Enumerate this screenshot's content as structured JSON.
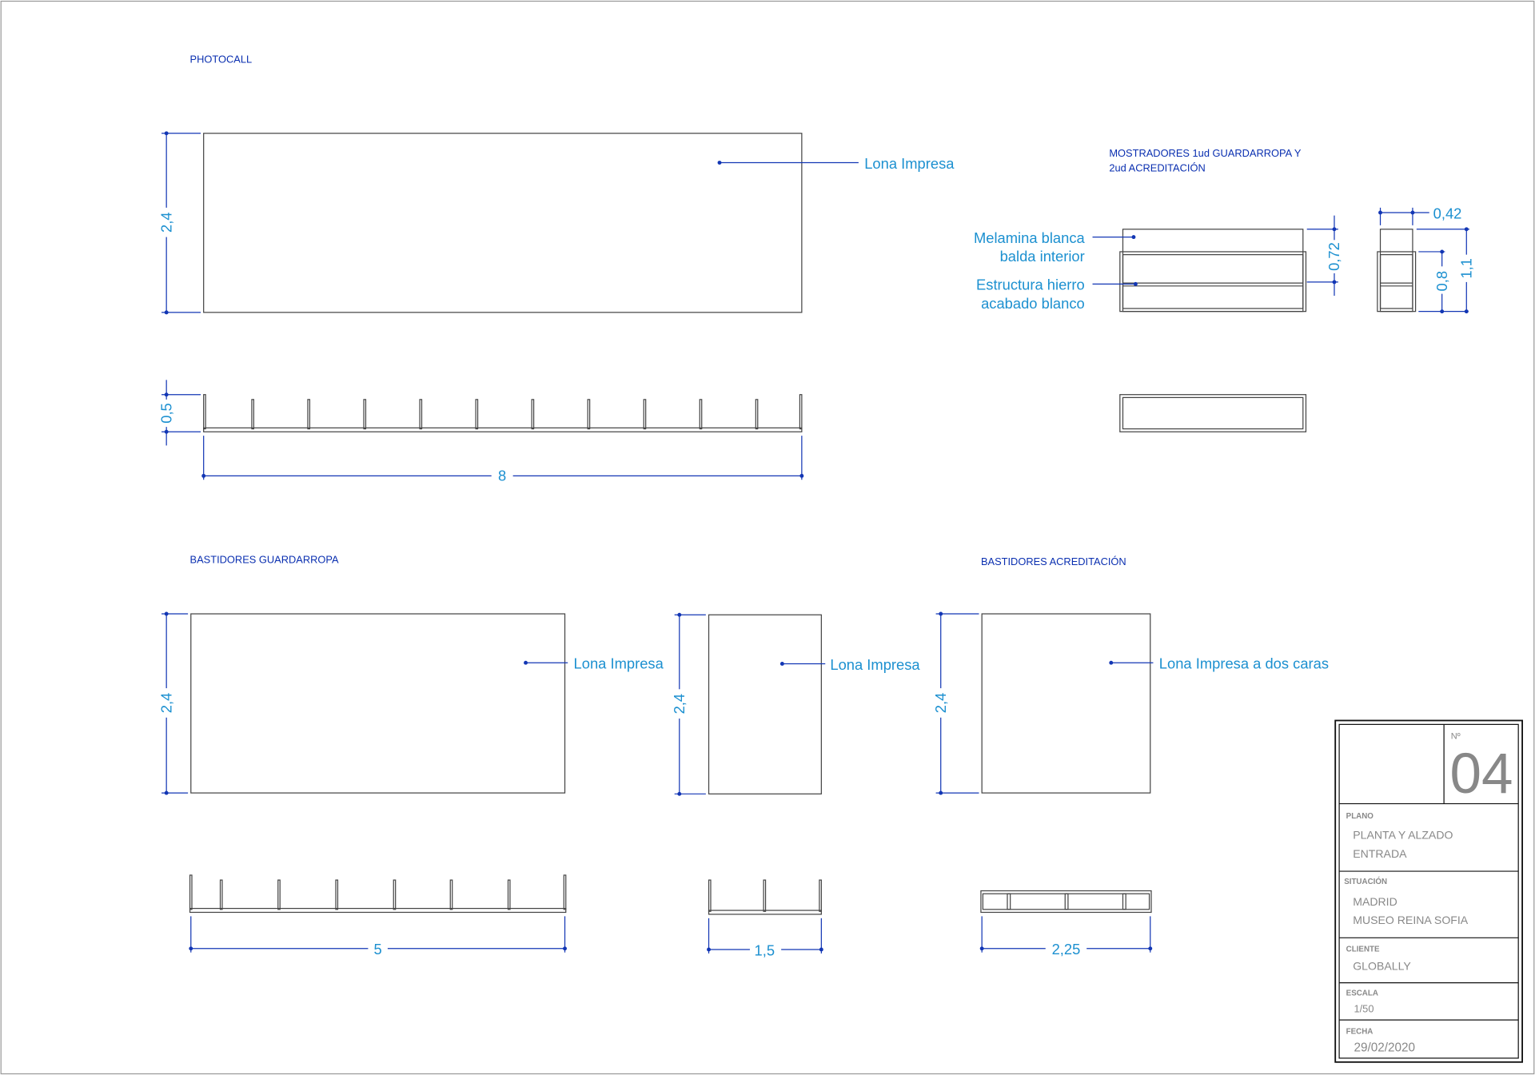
{
  "photocall": {
    "title": "PHOTOCALL",
    "label": "Lona Impresa",
    "height": "2,4",
    "depth": "0,5",
    "width": "8",
    "posts": 10
  },
  "mostradores": {
    "title_line1": "MOSTRADORES 1ud GUARDARROPA Y",
    "title_line2": "2ud ACREDITACIÓN",
    "label1_line1": "Melamina blanca",
    "label1_line2": "balda interior",
    "label2_line1": "Estructura hierro",
    "label2_line2": "acabado blanco",
    "height_front": "0,72",
    "width_side": "0,42",
    "height_inner": "0,8",
    "height_total": "1,1"
  },
  "bastidores_guardarropa": {
    "title": "BASTIDORES GUARDARROPA",
    "panel_a": {
      "label": "Lona Impresa",
      "height": "2,4",
      "width": "5"
    },
    "panel_b": {
      "label": "Lona Impresa",
      "height": "2,4",
      "width": "1,5"
    }
  },
  "bastidores_acreditacion": {
    "title": "BASTIDORES ACREDITACIÓN",
    "label": "Lona Impresa a dos caras",
    "height": "2,4",
    "width": "2,25"
  },
  "title_block": {
    "number_label": "Nº",
    "number": "04",
    "plano_label": "PLANO",
    "plano_line1": "PLANTA Y ALZADO",
    "plano_line2": "ENTRADA",
    "situacion_label": "SITUACIÓN",
    "situacion_line1": "MADRID",
    "situacion_line2": "MUSEO REINA SOFIA",
    "cliente_label": "CLIENTE",
    "cliente": "GLOBALLY",
    "escala_label": "ESCALA",
    "escala": "1/50",
    "fecha_label": "FECHA",
    "fecha": "29/02/2020"
  }
}
